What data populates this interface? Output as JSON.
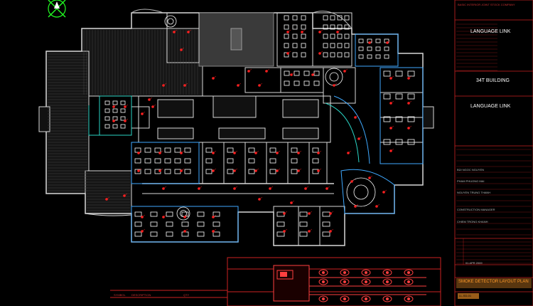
{
  "title_block": {
    "company": "BASIC INTERIOR JOINT STOCK COMPANY",
    "project_label_1": "LANGUAGE LINK",
    "building": "34T BUILDING",
    "project_label_2": "LANGUAGE LINK",
    "role_1": "BÙI NGOC NGUYEN",
    "role_2": "PHAM PHUONG MAI",
    "role_3": "NGUYEN TRUNG THANH",
    "role_4": "CONSTRUCTION MANAGER",
    "role_5": "CHIEM TRONG KHANH",
    "date": "01 APR 2009",
    "drawing_title": "SMOKE DETECTOR LAYOUT PLAN",
    "drawing_no": "LL-SD-01"
  },
  "legend": {
    "col_1": "SYMBOL",
    "col_2": "DESCRIPTION",
    "col_3": "QTY"
  },
  "colors": {
    "wall": "#d8d8d8",
    "detector": "#ff2020",
    "furniture": "#ffffff",
    "glass": "#3fa9ff",
    "partition": "#2ad4c4",
    "frame": "#cc2222",
    "title_fill": "#ff9a2a"
  }
}
